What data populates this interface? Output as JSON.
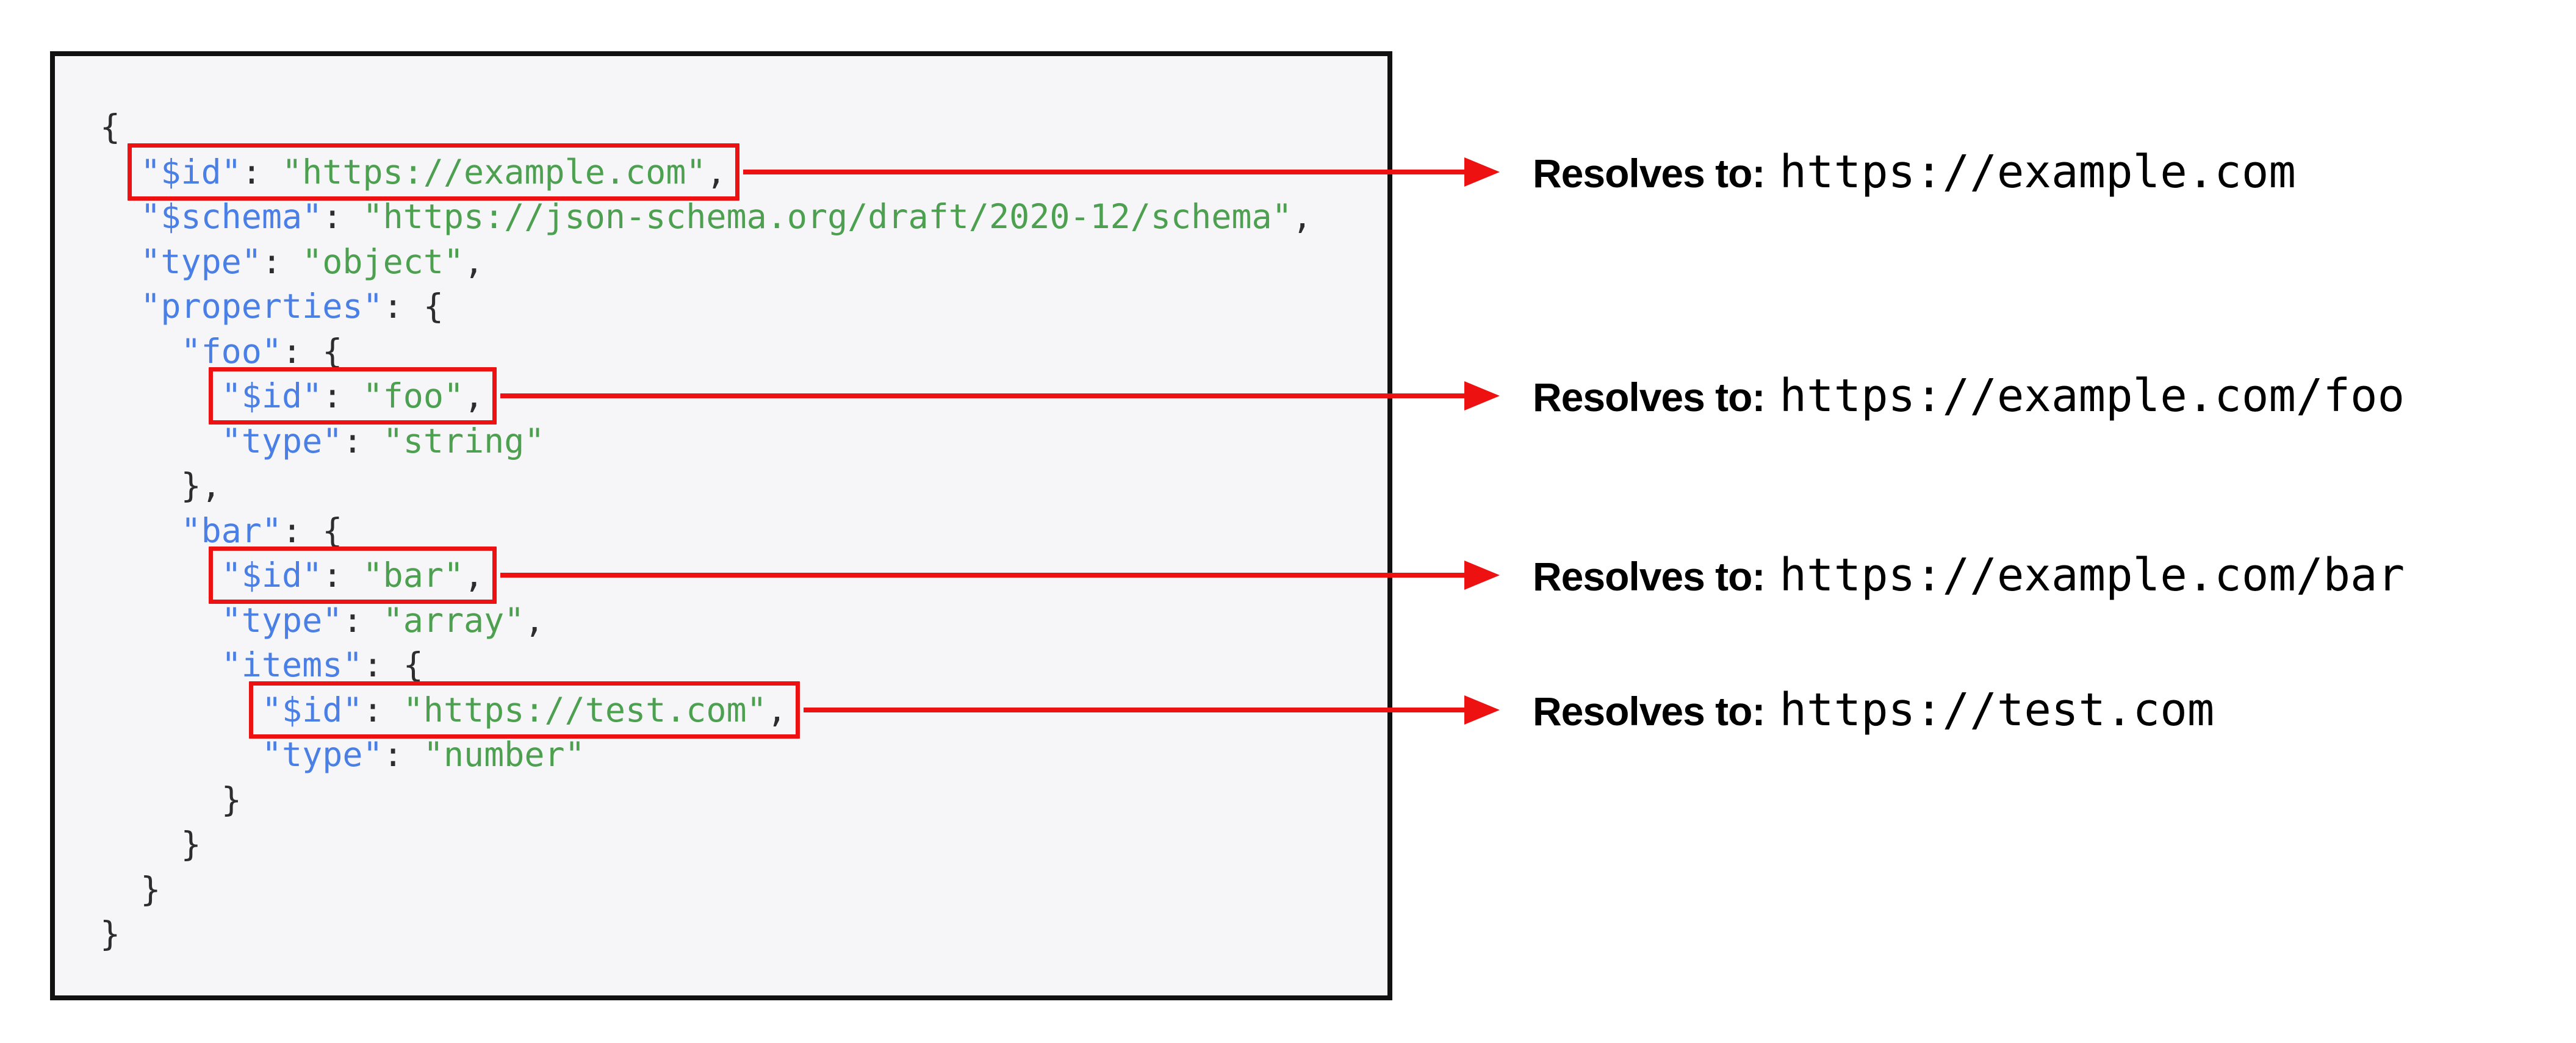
{
  "colors": {
    "accent_red": "#ee1111",
    "key_blue": "#4a7fe6",
    "string_green": "#4ca050",
    "punctuation_dark": "#2d2d2d",
    "panel_background": "#f6f6f8",
    "panel_border": "#111111",
    "page_background": "#ffffff"
  },
  "code": {
    "lines": [
      {
        "indent": 0,
        "boxed": false,
        "tokens": [
          [
            "p",
            "{"
          ]
        ]
      },
      {
        "indent": 2,
        "boxed": true,
        "tokens": [
          [
            "k",
            "\"$id\""
          ],
          [
            "p",
            ": "
          ],
          [
            "s",
            "\"https://example.com\""
          ],
          [
            "p",
            ","
          ]
        ]
      },
      {
        "indent": 2,
        "boxed": false,
        "tokens": [
          [
            "k",
            "\"$schema\""
          ],
          [
            "p",
            ": "
          ],
          [
            "s",
            "\"https://json-schema.org/draft/2020-12/schema\""
          ],
          [
            "p",
            ","
          ]
        ]
      },
      {
        "indent": 2,
        "boxed": false,
        "tokens": [
          [
            "k",
            "\"type\""
          ],
          [
            "p",
            ": "
          ],
          [
            "s",
            "\"object\""
          ],
          [
            "p",
            ","
          ]
        ]
      },
      {
        "indent": 2,
        "boxed": false,
        "tokens": [
          [
            "k",
            "\"properties\""
          ],
          [
            "p",
            ": {"
          ]
        ]
      },
      {
        "indent": 4,
        "boxed": false,
        "tokens": [
          [
            "k",
            "\"foo\""
          ],
          [
            "p",
            ": {"
          ]
        ]
      },
      {
        "indent": 6,
        "boxed": true,
        "tokens": [
          [
            "k",
            "\"$id\""
          ],
          [
            "p",
            ": "
          ],
          [
            "s",
            "\"foo\""
          ],
          [
            "p",
            ","
          ]
        ]
      },
      {
        "indent": 6,
        "boxed": false,
        "tokens": [
          [
            "k",
            "\"type\""
          ],
          [
            "p",
            ": "
          ],
          [
            "s",
            "\"string\""
          ]
        ]
      },
      {
        "indent": 4,
        "boxed": false,
        "tokens": [
          [
            "p",
            "},"
          ]
        ]
      },
      {
        "indent": 4,
        "boxed": false,
        "tokens": [
          [
            "k",
            "\"bar\""
          ],
          [
            "p",
            ": {"
          ]
        ]
      },
      {
        "indent": 6,
        "boxed": true,
        "tokens": [
          [
            "k",
            "\"$id\""
          ],
          [
            "p",
            ": "
          ],
          [
            "s",
            "\"bar\""
          ],
          [
            "p",
            ","
          ]
        ]
      },
      {
        "indent": 6,
        "boxed": false,
        "tokens": [
          [
            "k",
            "\"type\""
          ],
          [
            "p",
            ": "
          ],
          [
            "s",
            "\"array\""
          ],
          [
            "p",
            ","
          ]
        ]
      },
      {
        "indent": 6,
        "boxed": false,
        "tokens": [
          [
            "k",
            "\"items\""
          ],
          [
            "p",
            ": {"
          ]
        ]
      },
      {
        "indent": 8,
        "boxed": true,
        "tokens": [
          [
            "k",
            "\"$id\""
          ],
          [
            "p",
            ": "
          ],
          [
            "s",
            "\"https://test.com\""
          ],
          [
            "p",
            ","
          ]
        ]
      },
      {
        "indent": 8,
        "boxed": false,
        "tokens": [
          [
            "k",
            "\"type\""
          ],
          [
            "p",
            ": "
          ],
          [
            "s",
            "\"number\""
          ]
        ]
      },
      {
        "indent": 6,
        "boxed": false,
        "tokens": [
          [
            "p",
            "}"
          ]
        ]
      },
      {
        "indent": 4,
        "boxed": false,
        "tokens": [
          [
            "p",
            "}"
          ]
        ]
      },
      {
        "indent": 2,
        "boxed": false,
        "tokens": [
          [
            "p",
            "}"
          ]
        ]
      },
      {
        "indent": 0,
        "boxed": false,
        "tokens": [
          [
            "p",
            "}"
          ]
        ]
      }
    ]
  },
  "annotations": [
    {
      "label": "Resolves to:",
      "url": "https://example.com"
    },
    {
      "label": "Resolves to:",
      "url": "https://example.com/foo"
    },
    {
      "label": "Resolves to:",
      "url": "https://example.com/bar"
    },
    {
      "label": "Resolves to:",
      "url": "https://test.com"
    }
  ]
}
